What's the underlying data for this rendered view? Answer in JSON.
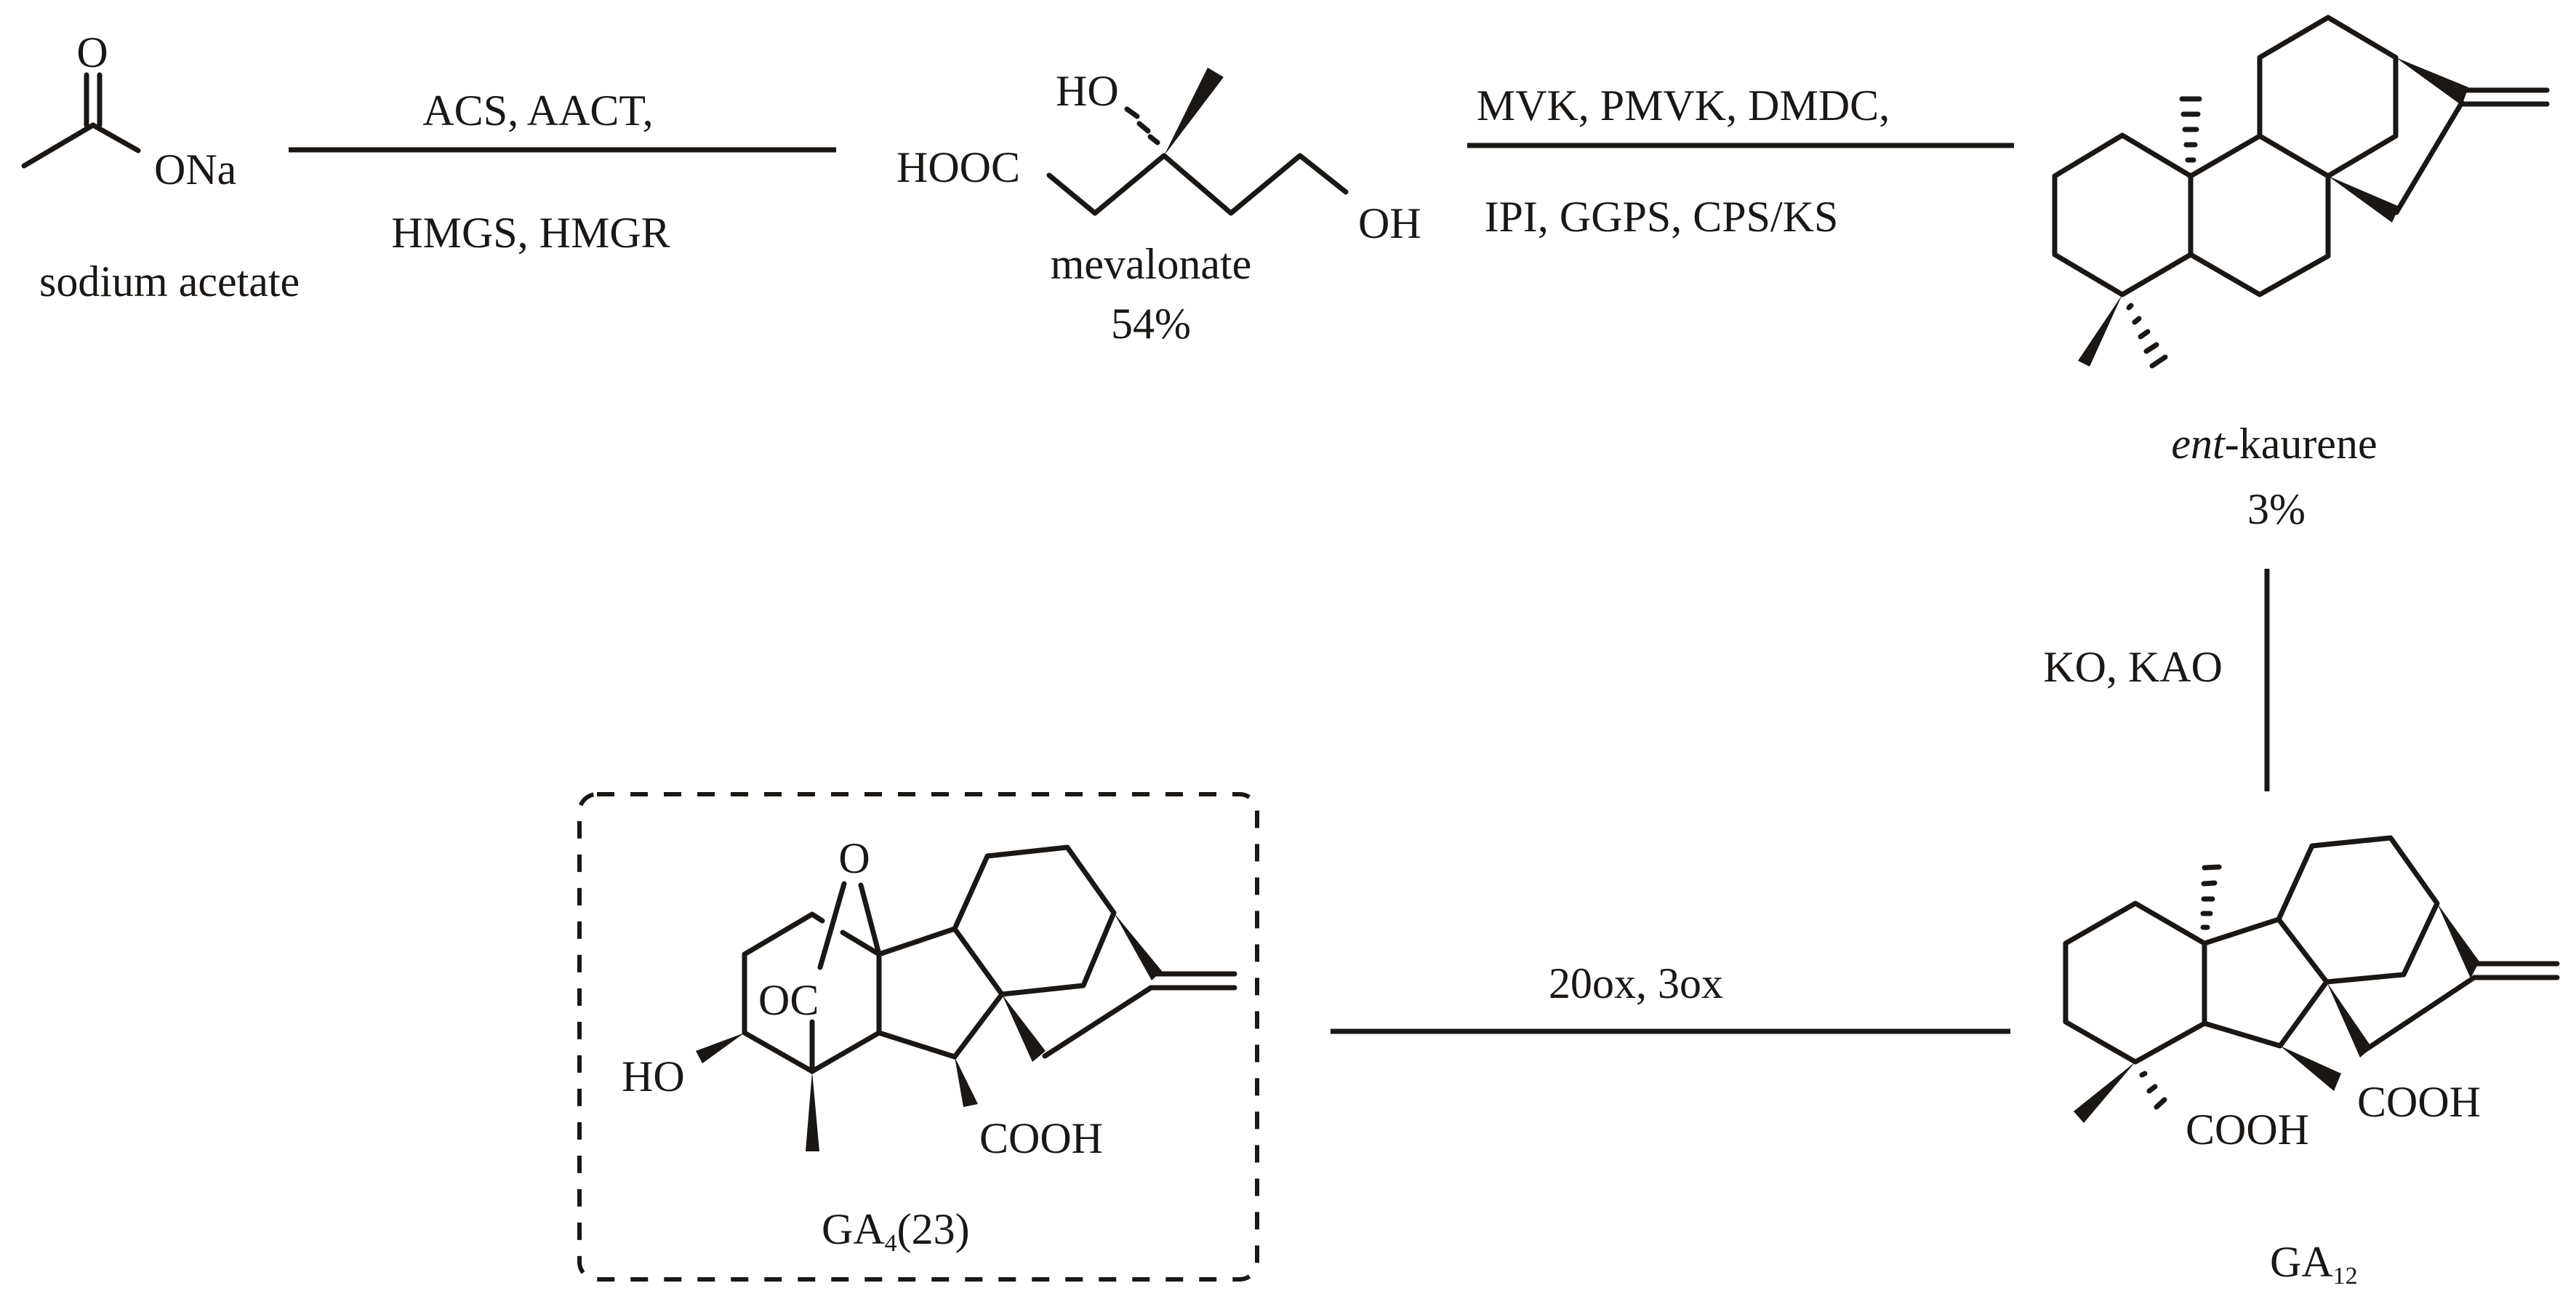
{
  "scheme": {
    "compounds": {
      "sodium_acetate": {
        "name": "sodium acetate",
        "atom_o": "O",
        "atom_ona": "ONa"
      },
      "mevalonate": {
        "name": "mevalonate",
        "yield": "54%",
        "atom_hooc": "HOOC",
        "atom_ho": "HO",
        "atom_oh": "OH"
      },
      "ent_kaurene": {
        "name_prefix": "ent",
        "name_suffix": "-kaurene",
        "yield": "3%"
      },
      "ga12": {
        "name": "GA",
        "subscript": "12",
        "atom_cooh_1": "COOH",
        "atom_cooh_2": "COOH"
      },
      "ga4": {
        "name": "GA",
        "subscript": "4",
        "suffix": "(23)",
        "atom_o": "O",
        "atom_oc": "OC",
        "atom_ho": "HO",
        "atom_cooh": "COOH",
        "highlighted": true
      }
    },
    "steps": [
      {
        "from": "sodium acetate",
        "to": "mevalonate",
        "enzymes_line1": "ACS, AACT,",
        "enzymes_line2": "HMGS, HMGR",
        "direction": "right"
      },
      {
        "from": "mevalonate",
        "to": "ent-kaurene",
        "enzymes_line1": "MVK, PMVK, DMDC,",
        "enzymes_line2": "IPI, GGPS, CPS/KS",
        "direction": "right"
      },
      {
        "from": "ent-kaurene",
        "to": "GA12",
        "enzymes_line1": "KO, KAO",
        "direction": "down"
      },
      {
        "from": "GA12",
        "to": "GA4(23)",
        "enzymes_line1": "20ox, 3ox",
        "direction": "left"
      }
    ],
    "colors": {
      "ink": "#1a1714",
      "background": "#ffffff"
    }
  }
}
